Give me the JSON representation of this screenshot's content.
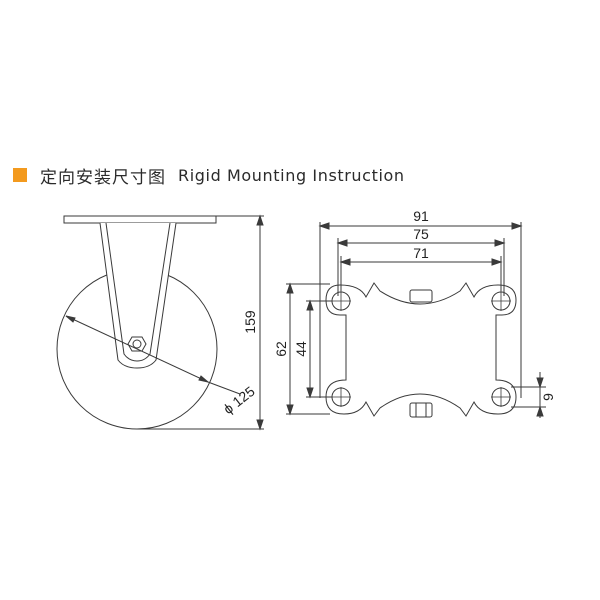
{
  "header": {
    "title_cn": "定向安装尺寸图",
    "title_en": "Rigid Mounting Instruction",
    "accent_color": "#f39a1e"
  },
  "side_view": {
    "height_label": "159",
    "diameter_label": "ϕ 125"
  },
  "plate_view": {
    "width_outer": "91",
    "width_mid": "75",
    "width_inner": "71",
    "height_outer": "62",
    "height_inner": "44",
    "hole_label": "9"
  }
}
